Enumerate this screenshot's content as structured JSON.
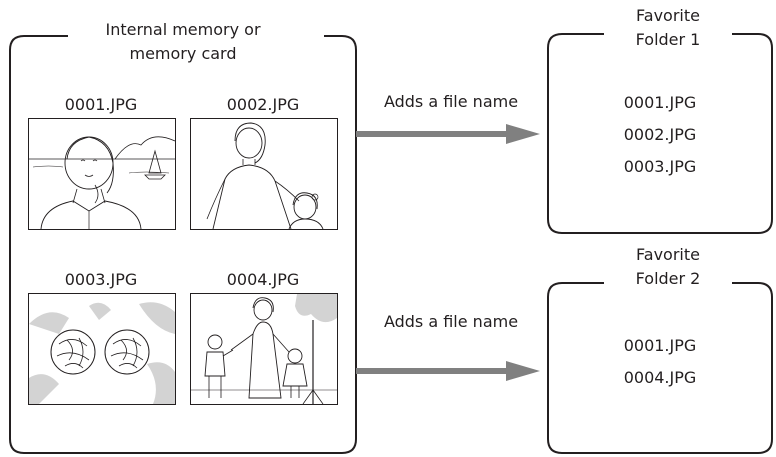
{
  "source": {
    "title_lines": [
      "Internal memory or",
      "memory card"
    ],
    "photos": [
      {
        "name": "0001.JPG",
        "subject": "woman with sailboat"
      },
      {
        "name": "0002.JPG",
        "subject": "mother and child"
      },
      {
        "name": "0003.JPG",
        "subject": "flowers"
      },
      {
        "name": "0004.JPG",
        "subject": "family in park"
      }
    ]
  },
  "arrows": [
    {
      "label": "Adds a file name"
    },
    {
      "label": "Adds a file name"
    }
  ],
  "folders": [
    {
      "title_lines": [
        "Favorite",
        "Folder 1"
      ],
      "files": [
        "0001.JPG",
        "0002.JPG",
        "0003.JPG"
      ]
    },
    {
      "title_lines": [
        "Favorite",
        "Folder 2"
      ],
      "files": [
        "0001.JPG",
        "0004.JPG"
      ]
    }
  ],
  "colors": {
    "line": "#231f20",
    "arrow": "#808080"
  }
}
